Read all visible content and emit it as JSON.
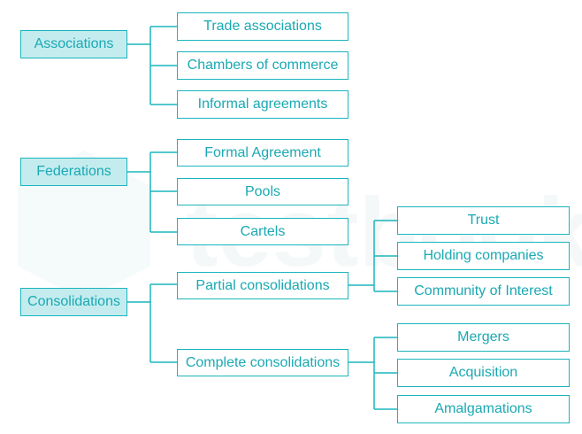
{
  "diagram": {
    "roots": {
      "associations": "Associations",
      "federations": "Federations",
      "consolidations": "Consolidations"
    },
    "associations_children": [
      "Trade associations",
      "Chambers of commerce",
      "Informal agreements"
    ],
    "federations_children": [
      "Formal Agreement",
      "Pools",
      "Cartels"
    ],
    "consolidations_children": [
      "Partial consolidations",
      "Complete consolidations"
    ],
    "partial_children": [
      "Trust",
      "Holding companies",
      "Community of Interest"
    ],
    "complete_children": [
      "Mergers",
      "Acquisition",
      "Amalgamations"
    ]
  },
  "colors": {
    "border": "#1ab5bd",
    "text": "#1aa9b3",
    "root_fill": "#c4ecef"
  }
}
